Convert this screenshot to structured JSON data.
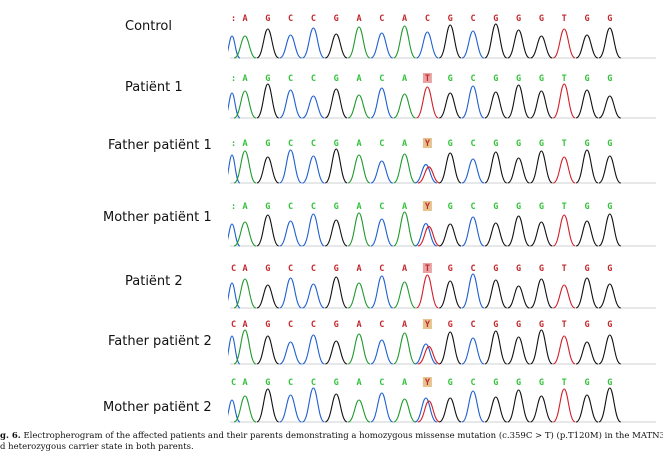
{
  "figure": {
    "rows": [
      {
        "label": "Control",
        "bases": "AGCCGACACGCGGGTGG",
        "base_style": "red",
        "lead": ":",
        "variant_index": -1
      },
      {
        "label": "Patiënt 1",
        "bases": "AGCCGACATGCGGGTGG",
        "base_style": "green",
        "lead": ":",
        "variant_index": 8
      },
      {
        "label": "Father patiënt 1",
        "bases": "AGCCGACAYGCGGGTGG",
        "base_style": "green",
        "lead": ":",
        "variant_index": 8
      },
      {
        "label": "Mother patiënt 1",
        "bases": "AGCCGACAYGCGGGTGG",
        "base_style": "green",
        "lead": ":",
        "variant_index": 8
      },
      {
        "label": "Patiënt 2",
        "bases": "AGCCGACATGCGGGTGG",
        "base_style": "red",
        "lead": "C",
        "variant_index": 8
      },
      {
        "label": "Father patiënt 2",
        "bases": "AGCCGACAYGCGGGTGG",
        "base_style": "red",
        "lead": "C",
        "variant_index": 8
      },
      {
        "label": "Mother patiënt 2",
        "bases": "AGCCGACAYGCGGGTGG",
        "base_style": "green",
        "lead": "C",
        "variant_index": 8
      }
    ],
    "colors": {
      "A": "#1f9a2e",
      "C": "#1f5fd1",
      "G": "#111111",
      "T": "#d0202a",
      "base_red": "#c0282e",
      "base_green": "#33c23a",
      "variant_hom_bg": "#e9a3a3",
      "variant_het_bg": "#e6c28c"
    }
  },
  "caption": {
    "prefix": "g. 6.",
    "line1": "Electropherogram of the affected patients and their parents demonstrating a homozygous missense mutation (c.359C > T) (p.T120M) in the MATN3",
    "line2": "d heterozygous carrier state in both parents."
  }
}
